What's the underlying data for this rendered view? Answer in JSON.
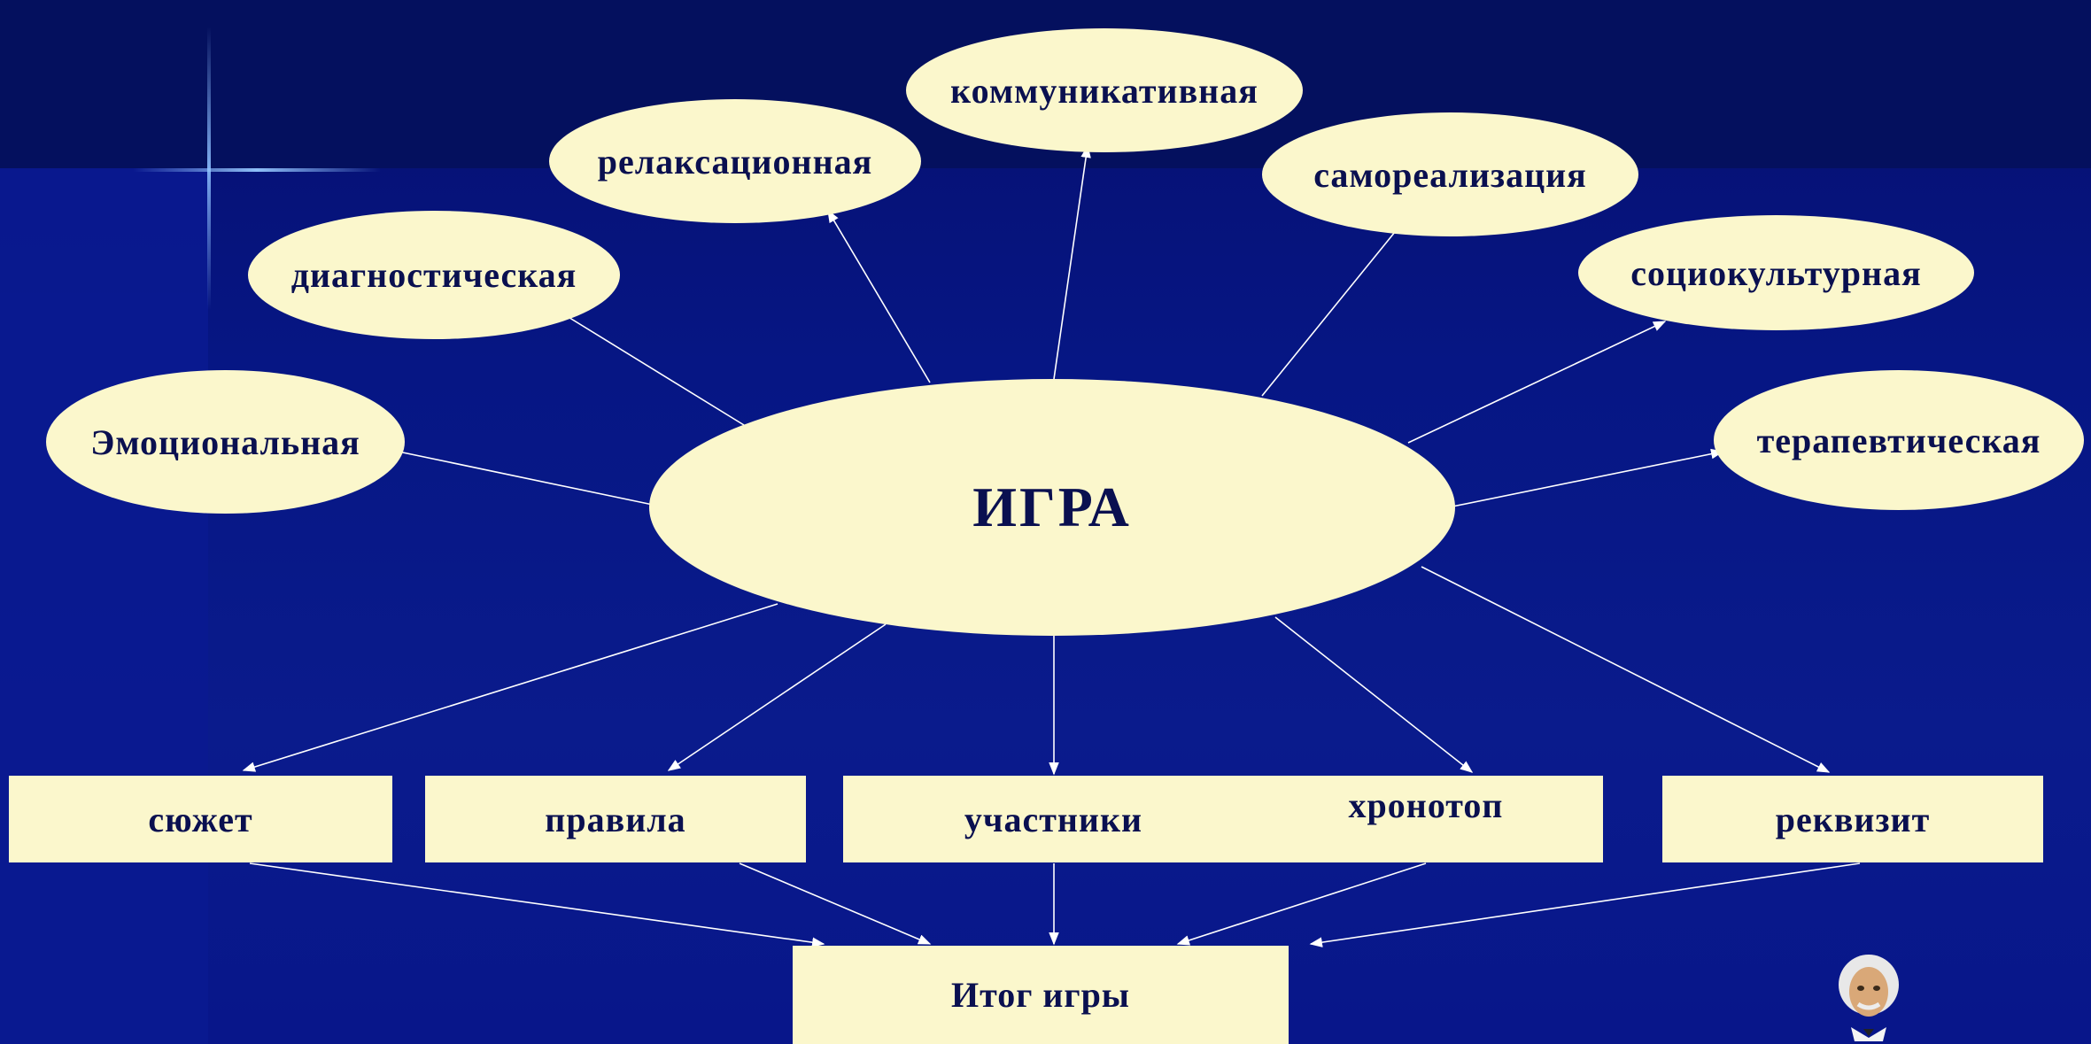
{
  "center": "ИГРА",
  "functions": [
    "Эмоциональная",
    "диагностическая",
    "релаксационная",
    "коммуникативная",
    "самореализация",
    "социокультурная",
    "терапевтическая"
  ],
  "components": [
    "сюжет",
    "правила",
    "участники",
    "хронотоп",
    "реквизит"
  ],
  "result": "Итог игры",
  "colors": {
    "background": "#0a1a8a",
    "node_fill": "#fbf7cc",
    "text": "#0a1050",
    "line": "#ffffff"
  }
}
